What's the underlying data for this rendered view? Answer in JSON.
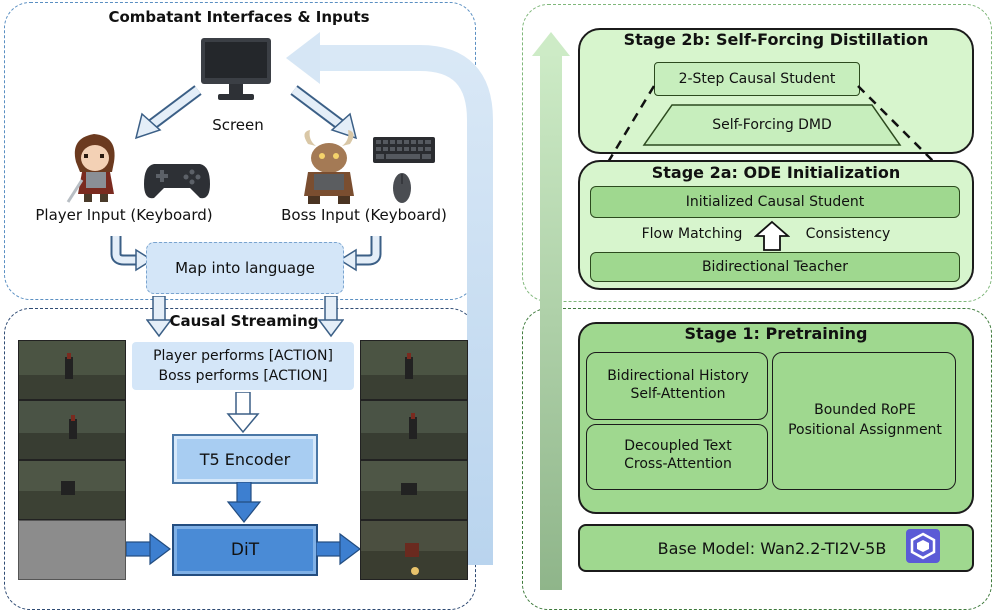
{
  "left_top": {
    "title": "Combatant Interfaces & Inputs",
    "screen_label": "Screen",
    "player_label": "Player Input (Keyboard)",
    "boss_label": "Boss Input (Keyboard)",
    "map_label": "Map into language"
  },
  "left_bottom": {
    "title": "Causal Streaming",
    "action_line1": "Player performs [ACTION]",
    "action_line2": "Boss performs [ACTION]",
    "t5_label": "T5 Encoder",
    "dit_label": "DiT"
  },
  "stage2b": {
    "title": "Stage 2b: Self-Forcing Distillation",
    "student_label": "2-Step Causal Student",
    "dmd_label": "Self-Forcing DMD"
  },
  "stage2a": {
    "title": "Stage 2a: ODE Initialization",
    "student_label": "Initialized Causal Student",
    "flow_label": "Flow Matching",
    "consistency_label": "Consistency",
    "teacher_label": "Bidirectional Teacher"
  },
  "stage1": {
    "title": "Stage 1: Pretraining",
    "hist_line1": "Bidirectional History",
    "hist_line2": "Self-Attention",
    "text_line1": "Decoupled Text",
    "text_line2": "Cross-Attention",
    "rope_line1": "Bounded RoPE",
    "rope_line2": "Positional Assignment"
  },
  "base_model_label": "Base Model: Wan2.2-TI2V-5B",
  "colors": {
    "blue_panel": "#5a8fc2",
    "green_panel": "#7fb77a",
    "dit_blue": "#4a8bd6",
    "t5_blue": "#a8cdf2",
    "stage_green": "#9fd88f"
  }
}
